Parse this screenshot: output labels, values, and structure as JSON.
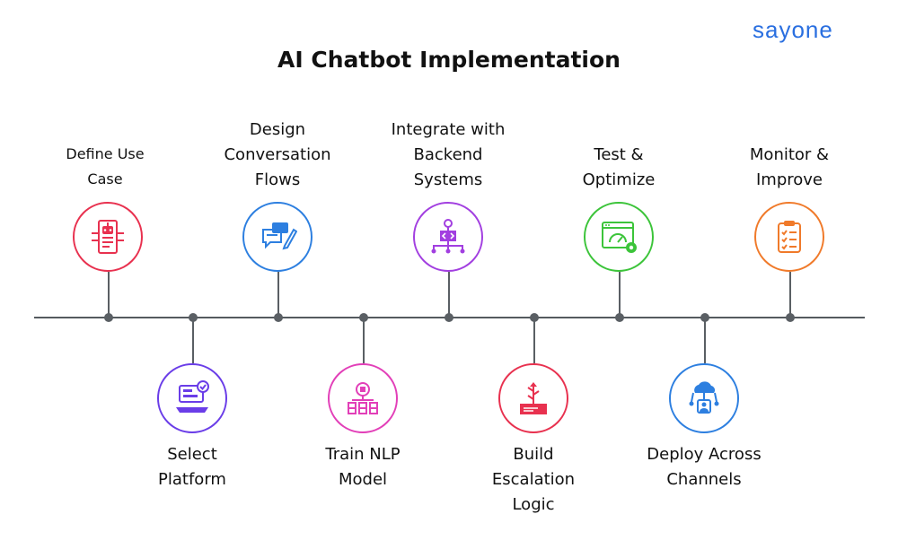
{
  "brand": {
    "logo_text": "sayone"
  },
  "title": "AI Chatbot Implementation",
  "steps": [
    {
      "label_lines": [
        "Define Use",
        "Case"
      ],
      "icon": "robot-document-icon",
      "color": "#e8314f"
    },
    {
      "label_lines": [
        "Select",
        "Platform"
      ],
      "icon": "laptop-check-icon",
      "color": "#6a3de8"
    },
    {
      "label_lines": [
        "Design",
        "Conversation",
        "Flows"
      ],
      "icon": "chat-pencil-icon",
      "color": "#2d7fe0"
    },
    {
      "label_lines": [
        "Train NLP",
        "Model"
      ],
      "icon": "neural-network-icon",
      "color": "#e23fb8"
    },
    {
      "label_lines": [
        "Integrate with",
        "Backend",
        "Systems"
      ],
      "icon": "code-network-icon",
      "color": "#a23fe0"
    },
    {
      "label_lines": [
        "Build",
        "Escalation",
        "Logic"
      ],
      "icon": "escalation-tree-icon",
      "color": "#e8314f"
    },
    {
      "label_lines": [
        "Test &",
        "Optimize"
      ],
      "icon": "gauge-gear-icon",
      "color": "#3cc43a"
    },
    {
      "label_lines": [
        "Deploy Across",
        "Channels"
      ],
      "icon": "cloud-deploy-icon",
      "color": "#2d7fe0"
    },
    {
      "label_lines": [
        "Monitor &",
        "Improve"
      ],
      "icon": "clipboard-checklist-icon",
      "color": "#f07a2a"
    }
  ]
}
